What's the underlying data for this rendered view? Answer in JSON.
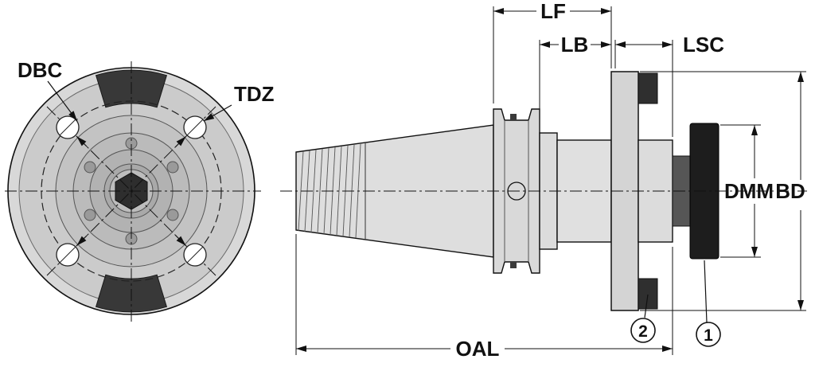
{
  "drawing": {
    "front_view": {
      "dbc": "DBC",
      "tdz": "TDZ"
    },
    "side_view": {
      "lf": "LF",
      "lb": "LB",
      "lsc": "LSC",
      "dmm": "DMM",
      "bd": "BD",
      "oal": "OAL",
      "balloon_1": "1",
      "balloon_2": "2"
    },
    "colors": {
      "line": "#111111",
      "body_fill": "#d9d9d9",
      "key_fill": "#2f2f2f"
    }
  }
}
